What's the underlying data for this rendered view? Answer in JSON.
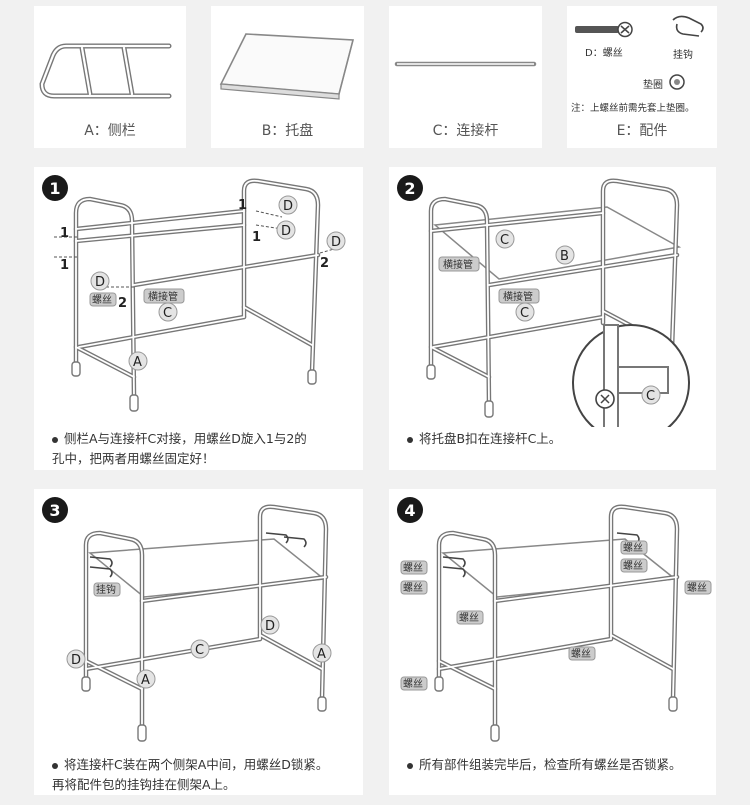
{
  "parts": [
    {
      "label": "A：侧栏",
      "icon": "side-frame-icon"
    },
    {
      "label": "B：托盘",
      "icon": "tray-icon"
    },
    {
      "label": "C：连接杆",
      "icon": "connecting-rod-icon"
    },
    {
      "label": "E：配件",
      "icon": "accessories-icon"
    }
  ],
  "accessories": {
    "screw_label": "D：螺丝",
    "hook_label": "挂钩",
    "washer_label": "垫圈",
    "note": "注：上螺丝前需先套上垫圈。"
  },
  "steps": [
    {
      "number": "1",
      "caption_line1": "侧栏A与连接杆C对接，用螺丝D旋入1与2的",
      "caption_line2": "孔中，把两者用螺丝固定好！"
    },
    {
      "number": "2",
      "caption_line1": "将托盘B扣在连接杆C上。",
      "caption_line2": ""
    },
    {
      "number": "3",
      "caption_line1": "将连接杆C装在两个侧架A中间，用螺丝D锁紧。",
      "caption_line2": "再将配件包的挂钩挂在侧架A上。"
    },
    {
      "number": "4",
      "caption_line1": "所有部件组装完毕后，检查所有螺丝是否锁紧。",
      "caption_line2": ""
    }
  ],
  "labels": {
    "A": "A",
    "B": "B",
    "C": "C",
    "D": "D",
    "one": "1",
    "two": "2",
    "screw_tag": "螺丝",
    "crossbar_tag": "横接管",
    "hook_tag": "挂钩"
  }
}
